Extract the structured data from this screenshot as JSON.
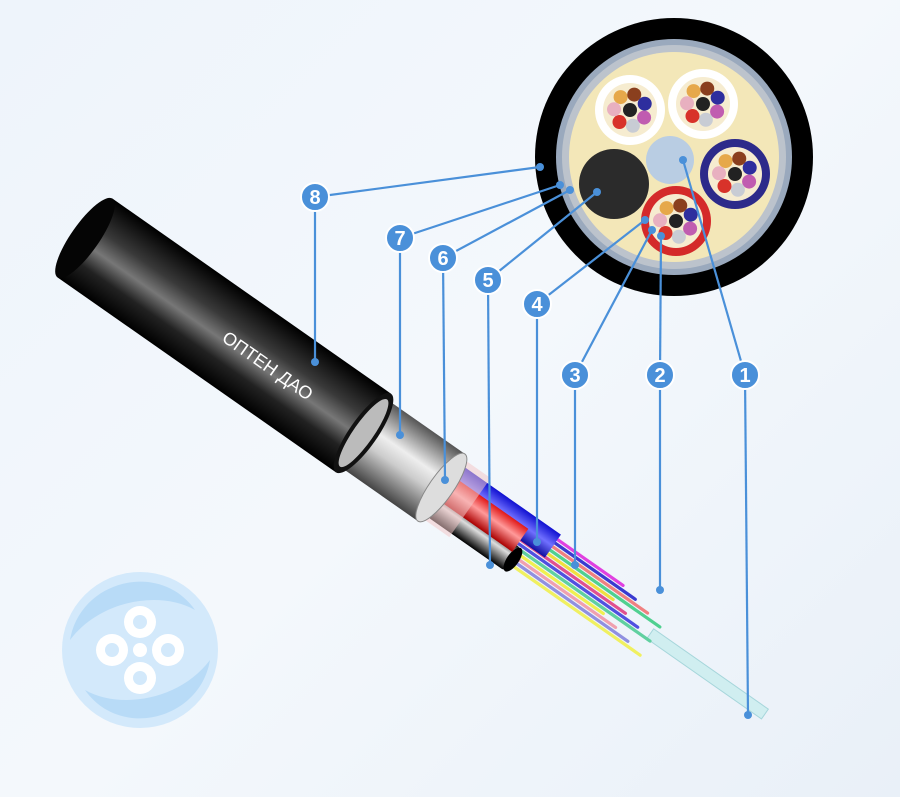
{
  "cable_marking": "ОПТЕН ДАО",
  "callouts": [
    {
      "number": "1"
    },
    {
      "number": "2"
    },
    {
      "number": "3"
    },
    {
      "number": "4"
    },
    {
      "number": "5"
    },
    {
      "number": "6"
    },
    {
      "number": "7"
    },
    {
      "number": "8"
    }
  ],
  "colors": {
    "accent": "#4a90d9",
    "jacket": "#111111",
    "filler": "#f3e7b8",
    "tube_red": "#d42a2a",
    "tube_blue": "#2c2a8a",
    "central_member": "#b9cde3",
    "logo": "#cfe6fa"
  },
  "fiber_colors": [
    "#e6a84a",
    "#8a3f1e",
    "#2e2e9e",
    "#c05cb0",
    "#c8ccd4",
    "#d8322a",
    "#e8b0c0",
    "#222222"
  ]
}
